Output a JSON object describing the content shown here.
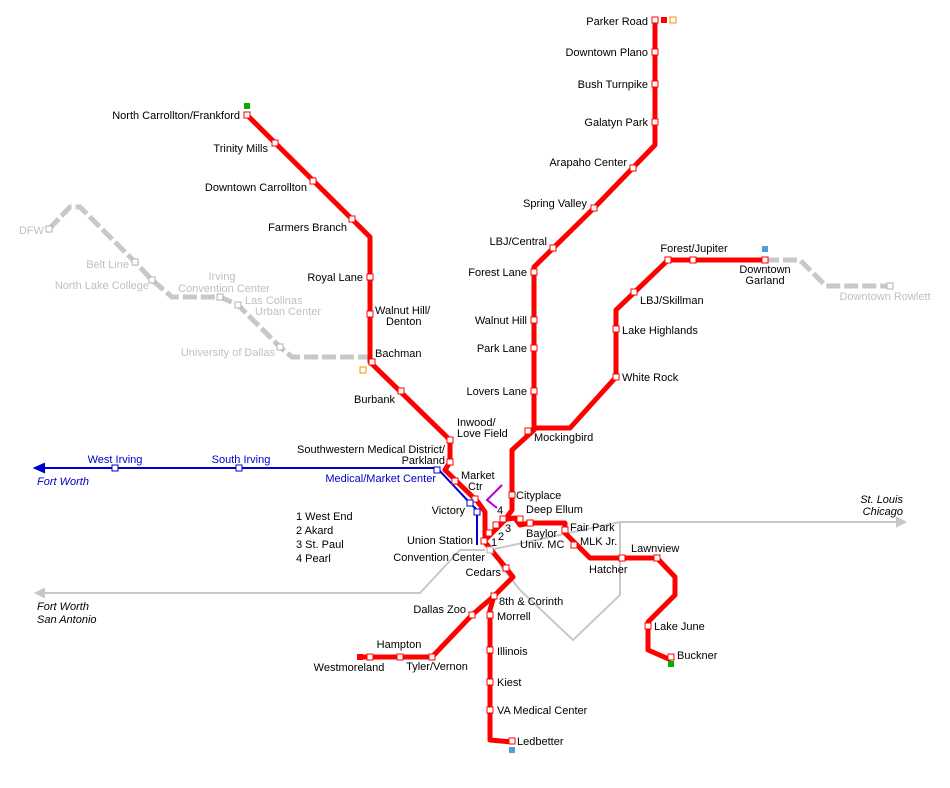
{
  "colors": {
    "red": "#ff0000",
    "blue": "#0000cc",
    "gray": "#c8c8c8",
    "purple": "#b000d0",
    "terminus_green": "#00b000",
    "terminus_blue": "#4aa0e0",
    "future_orange": "#ff8c00"
  },
  "red_north": [
    "Parker Road",
    "Downtown Plano",
    "Bush Turnpike",
    "Galatyn Park",
    "Arapaho Center",
    "Spring Valley",
    "LBJ/Central",
    "Forest Lane",
    "Walnut Hill",
    "Park Lane",
    "Lovers Lane",
    "Mockingbird"
  ],
  "green_north": [
    "North Carrollton/Frankford",
    "Trinity Mills",
    "Downtown Carrollton",
    "Farmers Branch",
    "Royal Lane",
    "Walnut Hill/",
    "Denton",
    "Bachman",
    "Burbank",
    "Inwood/",
    "Love Field",
    "Southwestern Medical District/",
    "Parkland",
    "Market",
    "Ctr",
    "Victory"
  ],
  "blue_garland": [
    "Forest/Jupiter",
    "Downtown",
    "Garland",
    "LBJ/Skillman",
    "Lake Highlands",
    "White Rock"
  ],
  "downtown": [
    "Cityplace",
    "Deep Ellum",
    "Baylor",
    "Univ. MC",
    "Fair Park",
    "MLK Jr.",
    "Hatcher",
    "Lawnview",
    "Lake June",
    "Buckner",
    "Union Station",
    "Convention Center",
    "Cedars",
    "8th & Corinth",
    "Dallas Zoo",
    "Morrell",
    "Illinois",
    "Kiest",
    "VA Medical Center",
    "Ledbetter",
    "Hampton",
    "Westmoreland",
    "Tyler/Vernon"
  ],
  "tre": [
    "Medical/Market Center",
    "West Irving",
    "South Irving",
    "Fort Worth"
  ],
  "orange_future": [
    "DFW",
    "Belt Line",
    "North Lake College",
    "Irving",
    "Convention Center",
    "Las Colinas",
    "Urban Center",
    "University of Dallas",
    "Downtown Rowlett"
  ],
  "amtrak": [
    "St. Louis",
    "Chicago",
    "Fort Worth",
    "San Antonio"
  ],
  "legend": [
    "1 West End",
    "2 Akard",
    "3 St. Paul",
    "4 Pearl"
  ],
  "numbers": [
    "1",
    "2",
    "3",
    "4"
  ]
}
